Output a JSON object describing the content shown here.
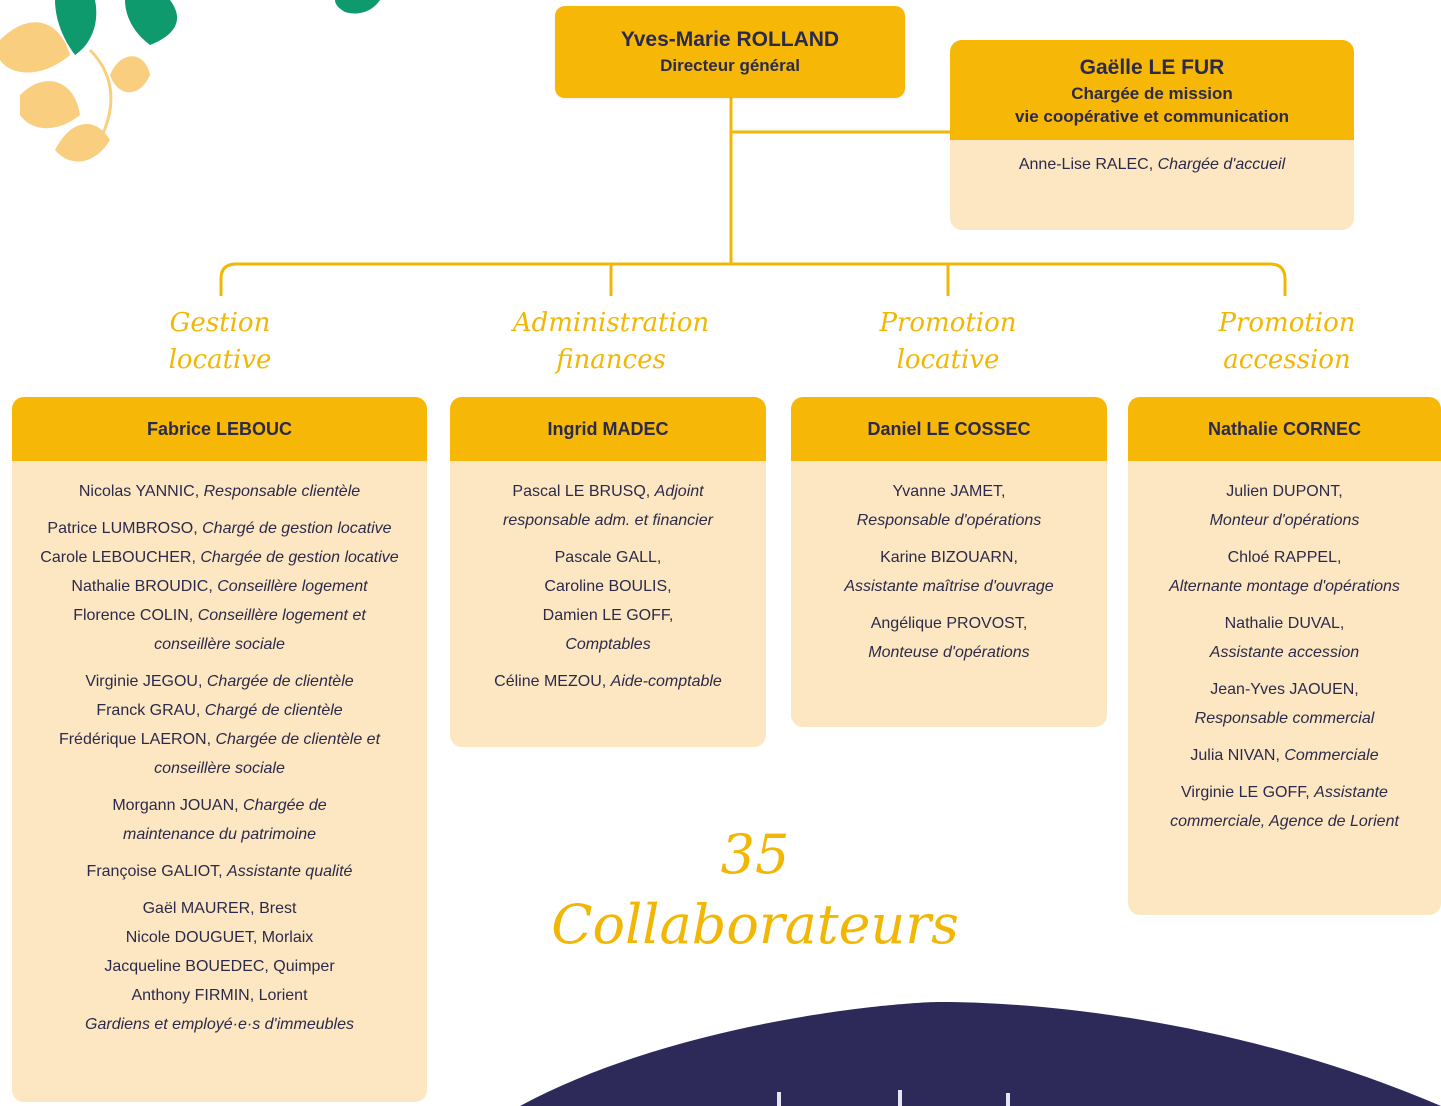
{
  "director": {
    "name": "Yves-Marie ROLLAND",
    "role": "Directeur général"
  },
  "mission": {
    "name": "Gaëlle LE FUR",
    "role_line1": "Chargée de mission",
    "role_line2": "vie coopérative et communication",
    "staff_name": "Anne-Lise RALEC, ",
    "staff_role": "Chargée d'accueil"
  },
  "departments": [
    {
      "title1": "Gestion",
      "title2": "locative",
      "manager": "Fabrice LEBOUC",
      "groups": [
        [
          [
            "Nicolas YANNIC, ",
            "Responsable clientèle"
          ]
        ],
        [
          [
            "Patrice LUMBROSO, ",
            "Chargé de gestion locative"
          ],
          [
            "Carole LEBOUCHER, ",
            "Chargée de gestion locative"
          ],
          [
            "Nathalie BROUDIC, ",
            "Conseillère logement"
          ],
          [
            "Florence COLIN, ",
            "Conseillère logement et"
          ],
          [
            "",
            "conseillère sociale"
          ]
        ],
        [
          [
            "Virginie JEGOU, ",
            "Chargée de clientèle"
          ],
          [
            "Franck GRAU, ",
            "Chargé de clientèle"
          ],
          [
            "Frédérique LAERON, ",
            "Chargée de clientèle et"
          ],
          [
            "",
            "conseillère sociale"
          ]
        ],
        [
          [
            "Morgann JOUAN, ",
            "Chargée de"
          ],
          [
            "",
            "maintenance du patrimoine"
          ]
        ],
        [
          [
            "Françoise GALIOT, ",
            "Assistante qualité"
          ]
        ],
        [
          [
            "Gaël MAURER, Brest",
            ""
          ],
          [
            "Nicole DOUGUET, Morlaix",
            ""
          ],
          [
            "Jacqueline BOUEDEC, Quimper",
            ""
          ],
          [
            "Anthony FIRMIN, Lorient",
            ""
          ],
          [
            "",
            "Gardiens et employé·e·s d'immeubles"
          ]
        ]
      ]
    },
    {
      "title1": "Administration",
      "title2": "finances",
      "manager": "Ingrid MADEC",
      "groups": [
        [
          [
            "Pascal LE BRUSQ, ",
            "Adjoint"
          ],
          [
            "",
            "responsable adm. et financier"
          ]
        ],
        [
          [
            "Pascale GALL,",
            ""
          ],
          [
            "Caroline BOULIS,",
            ""
          ],
          [
            "Damien LE GOFF,",
            ""
          ],
          [
            "",
            "Comptables"
          ]
        ],
        [
          [
            "Céline MEZOU, ",
            "Aide-comptable"
          ]
        ]
      ]
    },
    {
      "title1": "Promotion",
      "title2": "locative",
      "manager": "Daniel LE COSSEC",
      "groups": [
        [
          [
            "Yvanne JAMET,",
            ""
          ],
          [
            "",
            "Responsable d'opérations"
          ]
        ],
        [
          [
            "Karine BIZOUARN,",
            ""
          ],
          [
            "",
            "Assistante maîtrise d'ouvrage"
          ]
        ],
        [
          [
            "Angélique PROVOST,",
            ""
          ],
          [
            "",
            "Monteuse d'opérations"
          ]
        ]
      ]
    },
    {
      "title1": "Promotion",
      "title2": "accession",
      "manager": "Nathalie CORNEC",
      "groups": [
        [
          [
            "Julien DUPONT,",
            ""
          ],
          [
            "",
            "Monteur d'opérations"
          ]
        ],
        [
          [
            "Chloé RAPPEL,",
            ""
          ],
          [
            "",
            "Alternante montage d'opérations"
          ]
        ],
        [
          [
            "Nathalie DUVAL,",
            ""
          ],
          [
            "",
            "Assistante accession"
          ]
        ],
        [
          [
            "Jean-Yves JAOUEN,",
            ""
          ],
          [
            "",
            "Responsable commercial"
          ]
        ],
        [
          [
            "Julia NIVAN, ",
            "Commerciale"
          ]
        ],
        [
          [
            "Virginie LE GOFF, ",
            "Assistante"
          ],
          [
            "",
            "commerciale, Agence de Lorient"
          ]
        ]
      ]
    }
  ],
  "total_label": "35 Collaborateurs",
  "colors": {
    "accent": "#f6b707",
    "light": "#fde7c2",
    "text": "#2b2a4a",
    "dark": "#2d2a5a",
    "leaf_green": "#0f9a6e",
    "leaf_light": "#f9cf7f"
  }
}
